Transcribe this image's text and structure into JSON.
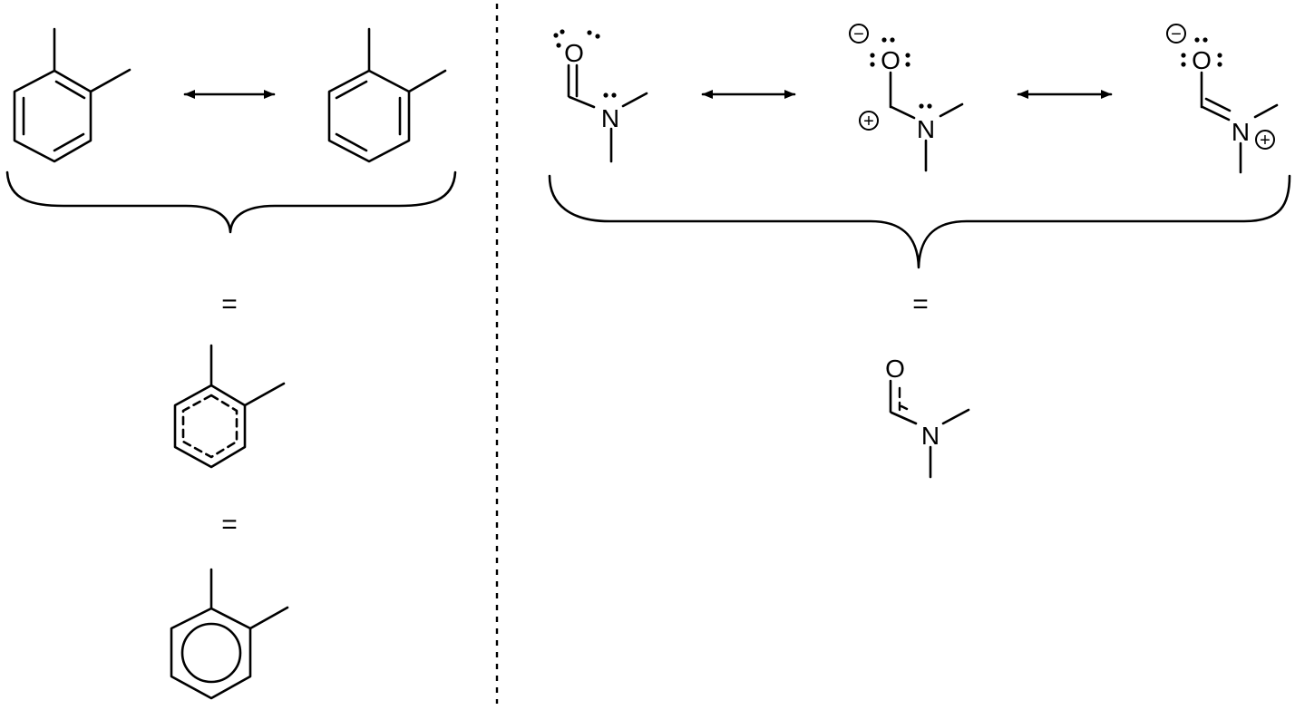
{
  "colors": {
    "ink": "#000000",
    "background": "#ffffff"
  },
  "left": {
    "equals_1": "=",
    "equals_2": "="
  },
  "right": {
    "equals_1": "=",
    "s1": {
      "O": "O",
      "N": "N"
    },
    "s2": {
      "O": "O",
      "N": "N",
      "minus": "−",
      "plus": "+"
    },
    "s3": {
      "O": "O",
      "N": "N",
      "minus": "−",
      "plus": "+"
    },
    "hybrid": {
      "O": "O",
      "N": "N"
    }
  }
}
